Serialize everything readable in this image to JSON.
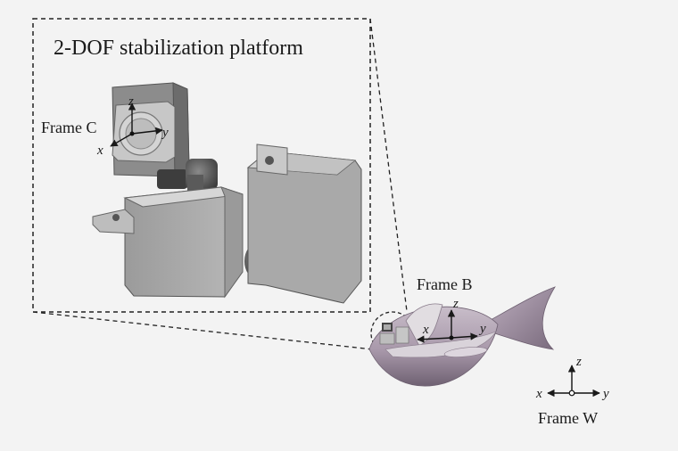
{
  "figure": {
    "inset_title": "2-DOF stabilization platform",
    "frames": {
      "camera": {
        "label": "Frame C",
        "axis_x": "x",
        "axis_y": "y",
        "axis_z": "z"
      },
      "body": {
        "label": "Frame B",
        "axis_x": "x",
        "axis_y": "y",
        "axis_z": "z"
      },
      "world": {
        "label": "Frame W",
        "axis_x": "x",
        "axis_y": "y",
        "axis_z": "z"
      }
    }
  },
  "colors": {
    "background": "#f3f3f3",
    "cad_light": "#c9c9c9",
    "cad_mid": "#a4a4a4",
    "cad_dark": "#6e6e6e",
    "fish_body": "#b3a3b4",
    "fish_dark": "#7d6e80",
    "ink": "#1a1a1a"
  }
}
